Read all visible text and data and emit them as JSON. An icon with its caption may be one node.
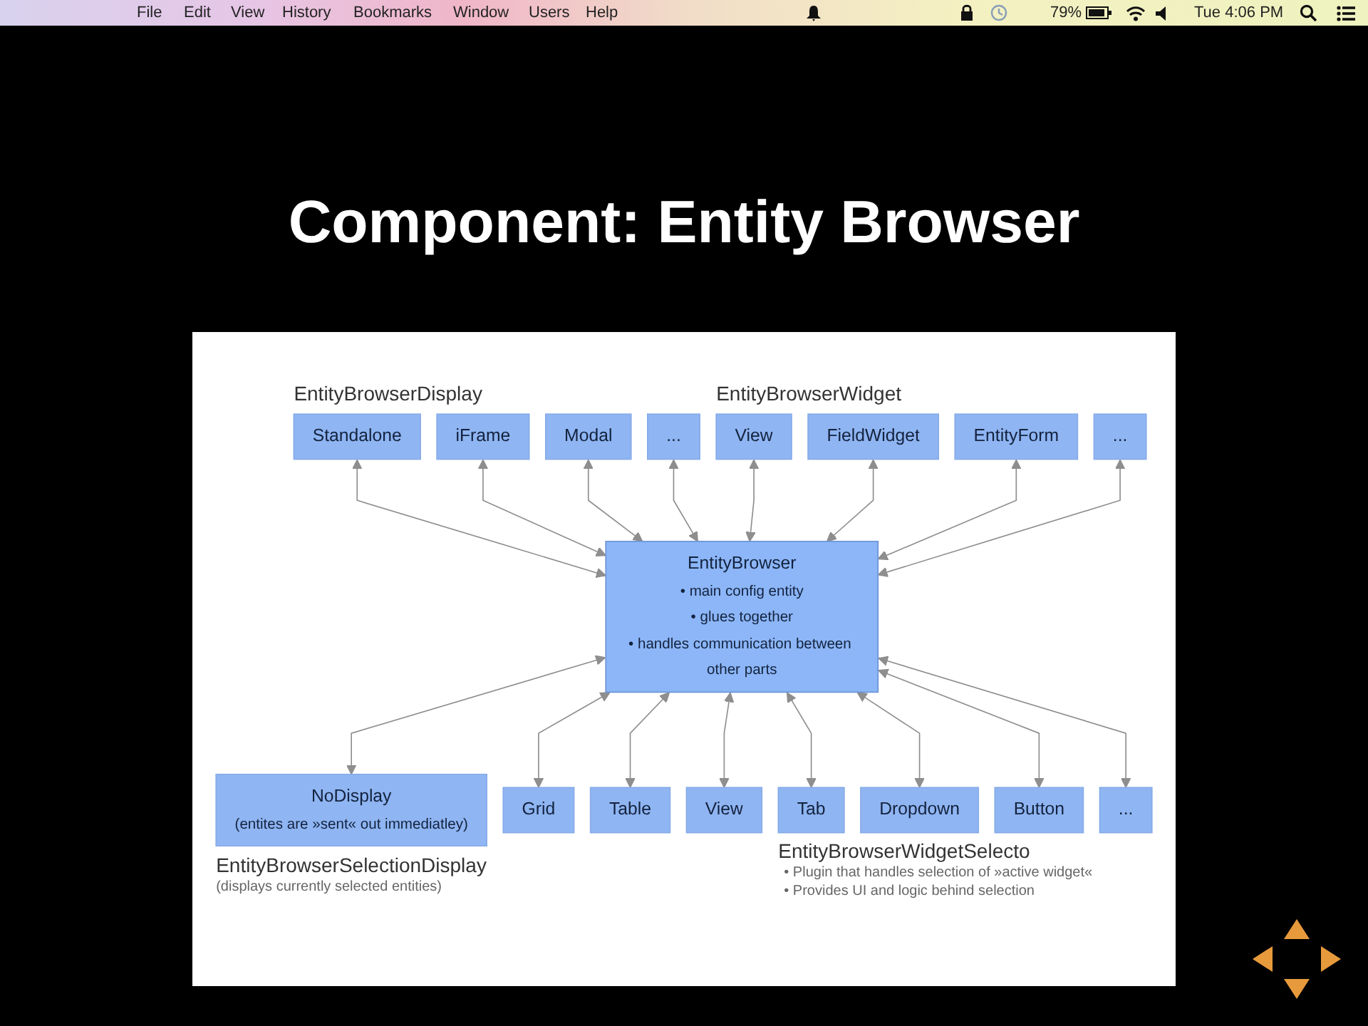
{
  "diagram": {
    "title": "Component: Entity Browser",
    "nodes": [
      {
        "text": [
          "Standalone"
        ]
      },
      {
        "text": [
          "iFrame"
        ]
      },
      {
        "text": [
          "Modal"
        ]
      },
      {
        "text": [
          "..."
        ]
      },
      {
        "text": [
          "EntityBrowser",
          "• main config entity",
          "• glues together",
          "• handles communication between other parts"
        ]
      },
      {
        "text": [
          "View"
        ]
      },
      {
        "text": [
          "FieldWidget"
        ]
      },
      {
        "text": [
          "EntityForm"
        ]
      },
      {
        "text": [
          "..."
        ]
      },
      {
        "text": [
          "NoDisplay",
          "(entites are »sent« out immediatley)"
        ]
      },
      {
        "text": [
          "Grid"
        ]
      },
      {
        "text": [
          "Table"
        ]
      },
      {
        "text": [
          "View"
        ]
      },
      {
        "text": [
          "Tab"
        ]
      },
      {
        "text": [
          "Dropdown"
        ]
      },
      {
        "text": [
          "Button"
        ]
      },
      {
        "text": [
          "..."
        ]
      }
    ],
    "edges": [
      {
        "from": 0,
        "to": 4,
        "arrow": "both"
      },
      {
        "from": 1,
        "to": 4,
        "arrow": "both"
      },
      {
        "from": 2,
        "to": 4,
        "arrow": "both"
      },
      {
        "from": 3,
        "to": 4,
        "arrow": "both"
      },
      {
        "from": 5,
        "to": 4,
        "arrow": "both"
      },
      {
        "from": 6,
        "to": 4,
        "arrow": "both"
      },
      {
        "from": 7,
        "to": 4,
        "arrow": "both"
      },
      {
        "from": 8,
        "to": 4,
        "arrow": "both"
      },
      {
        "from": 4,
        "to": 9,
        "arrow": "both"
      },
      {
        "from": 4,
        "to": 10,
        "arrow": "both"
      },
      {
        "from": 4,
        "to": 11,
        "arrow": "both"
      },
      {
        "from": 4,
        "to": 12,
        "arrow": "both"
      },
      {
        "from": 4,
        "to": 13,
        "arrow": "both"
      },
      {
        "from": 4,
        "to": 14,
        "arrow": "both"
      },
      {
        "from": 4,
        "to": 15,
        "arrow": "both"
      },
      {
        "from": 4,
        "to": 16,
        "arrow": "both"
      }
    ],
    "labels": [
      "File",
      "Edit",
      "View",
      "History",
      "Bookmarks",
      "Window",
      "Users",
      "Help",
      "79%",
      "Tue 4:06 PM",
      "EntityBrowserDisplay",
      "EntityBrowserWidget",
      "EntityBrowserSelectionDisplay",
      "(displays currently selected entities)",
      "EntityBrowserWidgetSelecto",
      "• Plugin that handles selection of »active widget«",
      "• Provides UI and logic behind selection"
    ]
  }
}
